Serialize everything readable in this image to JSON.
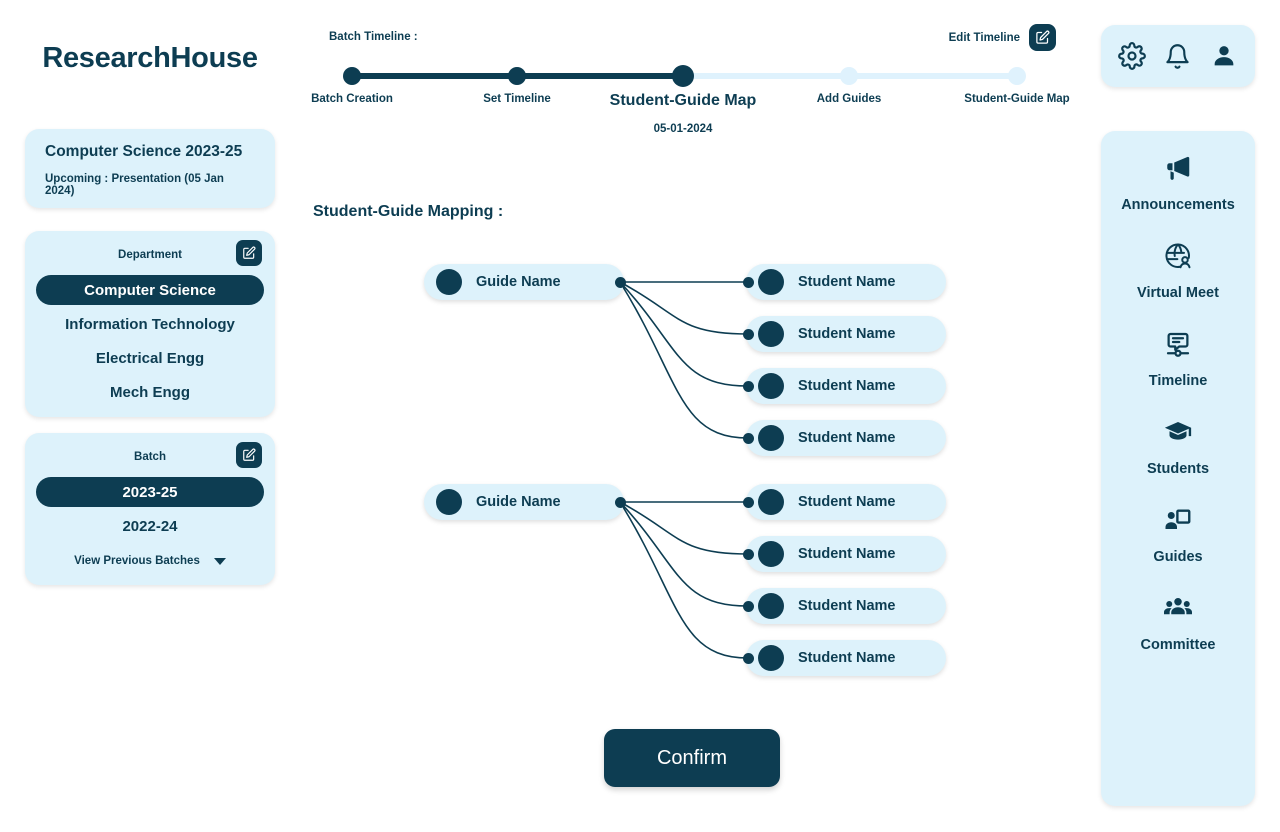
{
  "brand": "ResearchHouse",
  "batch_info": {
    "title": "Computer Science 2023-25",
    "upcoming": "Upcoming : Presentation (05 Jan 2024)"
  },
  "department_picker": {
    "label": "Department",
    "edit_icon": "edit-pencil-square-icon",
    "options": [
      "Computer Science",
      "Information Technology",
      "Electrical Engg",
      "Mech Engg"
    ],
    "selected": "Computer Science"
  },
  "batch_picker": {
    "label": "Batch",
    "edit_icon": "edit-pencil-square-icon",
    "options": [
      "2023-25",
      "2022-24"
    ],
    "selected": "2023-25",
    "view_previous": "View Previous Batches",
    "caret_icon": "chevron-down-icon"
  },
  "timeline": {
    "caption": "Batch Timeline :",
    "edit_label": "Edit Timeline",
    "edit_icon": "edit-pencil-square-icon",
    "current_date": "05-01-2024",
    "steps": [
      {
        "label": "Batch Creation",
        "state": "done"
      },
      {
        "label": "Set Timeline",
        "state": "done"
      },
      {
        "label": "Student-Guide Map",
        "state": "current"
      },
      {
        "label": "Add Guides",
        "state": "todo"
      },
      {
        "label": "Student-Guide Map",
        "state": "todo"
      }
    ]
  },
  "main": {
    "section_title": "Student-Guide Mapping :",
    "groups": [
      {
        "guide": "Guide Name",
        "students": [
          "Student Name",
          "Student Name",
          "Student Name",
          "Student Name"
        ]
      },
      {
        "guide": "Guide Name",
        "students": [
          "Student Name",
          "Student Name",
          "Student Name",
          "Student Name"
        ]
      }
    ],
    "confirm_label": "Confirm"
  },
  "top_rail": [
    {
      "name": "gear-icon"
    },
    {
      "name": "bell-icon"
    },
    {
      "name": "user-icon"
    }
  ],
  "right_rail": [
    {
      "label": "Announcements",
      "icon": "megaphone-icon"
    },
    {
      "label": "Virtual Meet",
      "icon": "globe-user-icon"
    },
    {
      "label": "Timeline",
      "icon": "timeline-chat-icon"
    },
    {
      "label": "Students",
      "icon": "graduation-cap-icon"
    },
    {
      "label": "Guides",
      "icon": "presenter-board-icon"
    },
    {
      "label": "Committee",
      "icon": "people-group-icon"
    }
  ],
  "colors": {
    "primary_dark": "#0d3d52",
    "card_light": "#ddf2fb",
    "track_inactive": "#dff2fd",
    "page_bg": "#ffffff"
  }
}
